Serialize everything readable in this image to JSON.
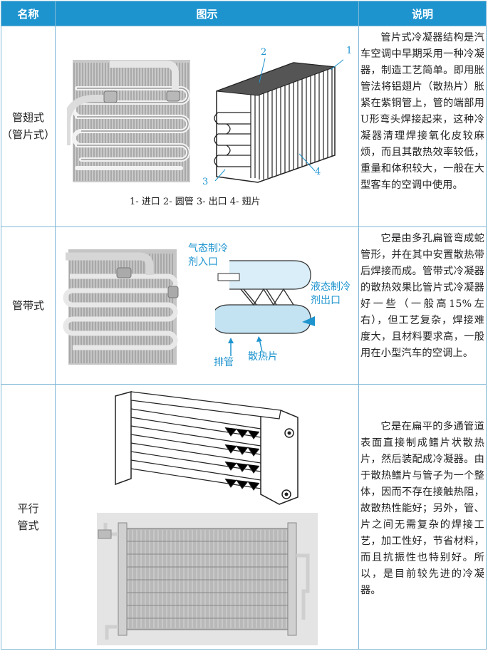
{
  "header": {
    "col_name": "名称",
    "col_figure": "图示",
    "col_desc": "说明"
  },
  "rows": [
    {
      "name": "管翅式\n（管片式）",
      "description": "管片式冷凝器结构是汽车空调中早期采用一种冷凝器，制造工艺简单。即用胀管法将铝翅片（散热片）胀紧在紫铜管上，管的端部用U形弯头焊接起来，这种冷凝器清理焊接氧化皮较麻烦，而且其散热效率较低，重量和体积较大，一般在大型客车的空调中使用。",
      "caption": "1- 进口   2- 圆管   3- 出口   4- 翅片",
      "callouts": [
        "1",
        "2",
        "3",
        "4"
      ]
    },
    {
      "name": "管带式",
      "description": "它是由多孔扁管弯成蛇管形，并在其中安置散热带后焊接而成。管带式冷凝器的散热效果比管片式冷凝器好一些（一般高15%左右），但工艺复杂，焊接难度大，且材料要求高，一般用在小型汽车的空调上。",
      "label_inlet": "气态制冷\n剂入口",
      "label_outlet": "液态制冷\n剂出口",
      "label_tube": "排管",
      "label_fin": "散热片"
    },
    {
      "name": "平行\n管式",
      "description": "它是在扁平的多通管道表面直接制成鳍片状散热片，然后装配成冷凝器。由于散热鳍片与管子为一个整体，因而不存在接触热阻，故散热性能好；另外，管、片之间无需复杂的焊接工艺，加工性好，节省材料，而且抗振性也特别好。所以，是目前较先进的冷凝器。"
    }
  ],
  "colors": {
    "header_bg": "#1e94cf",
    "border": "#7fb8d6",
    "label_blue": "#1e94cf"
  }
}
